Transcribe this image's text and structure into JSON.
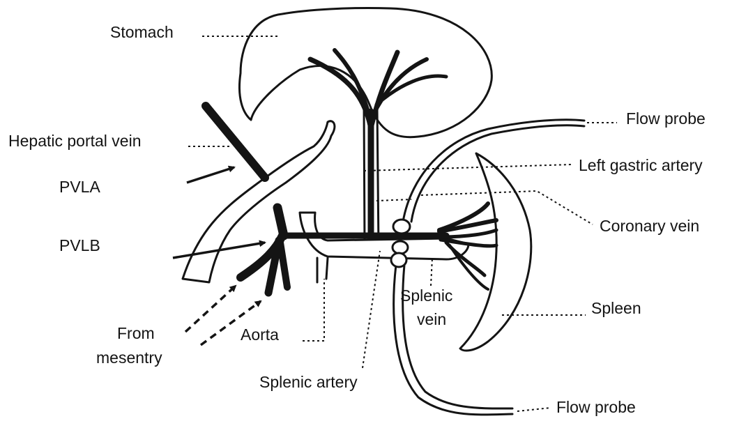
{
  "labels": {
    "stomach": "Stomach",
    "hepatic_portal_vein": "Hepatic portal vein",
    "pvla": "PVLA",
    "pvlb": "PVLB",
    "from": "From",
    "mesentry": "mesentry",
    "aorta": "Aorta",
    "splenic_artery": "Splenic artery",
    "splenic": "Splenic",
    "vein": "vein",
    "flow_probe_top": "Flow probe",
    "left_gastric_artery": "Left gastric artery",
    "coronary_vein": "Coronary vein",
    "spleen": "Spleen",
    "flow_probe_bottom": "Flow probe"
  },
  "colors": {
    "ink": "#141414",
    "background": "#ffffff"
  }
}
